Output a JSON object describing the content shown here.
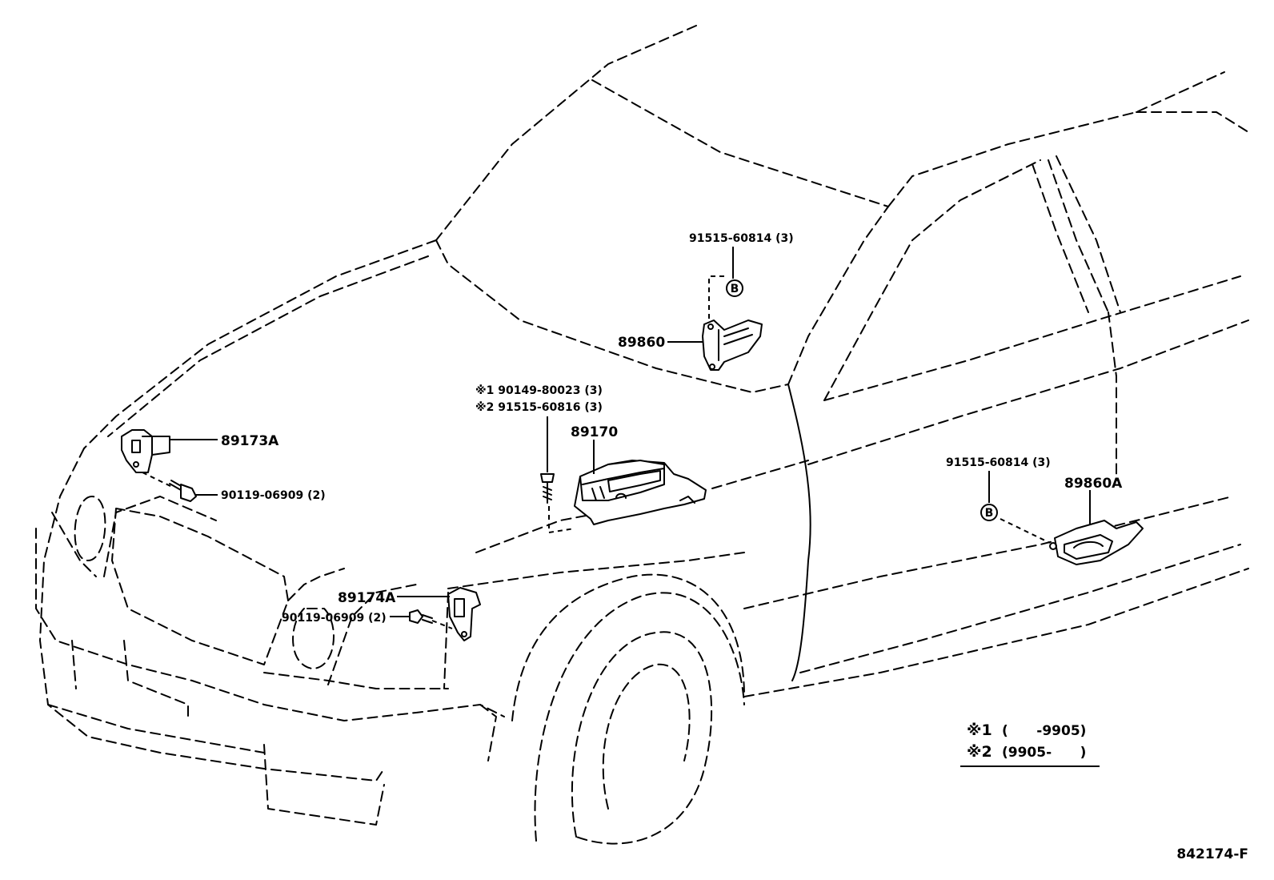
{
  "parts": {
    "sensor_front_left": "89173A",
    "bolt_front_left": "90119-06909 (2)",
    "sensor_front_right": "89174A",
    "bolt_front_right": "90119-06909 (2)",
    "airbag_computer": "89170",
    "screw_note_1": "※1 90149-80023 (3)",
    "screw_note_2": "※2 91515-60816 (3)",
    "side_sensor_center": "89860",
    "bolt_center": "91515-60814 (3)",
    "marker_center": "B",
    "side_sensor_right": "89860A",
    "bolt_right": "91515-60814 (3)",
    "marker_right": "B"
  },
  "legend": {
    "note1_mark": "※1",
    "note1_range": "(      -9905)",
    "note2_mark": "※2",
    "note2_range": "(9905-      )"
  },
  "figure_code": "842174-F"
}
